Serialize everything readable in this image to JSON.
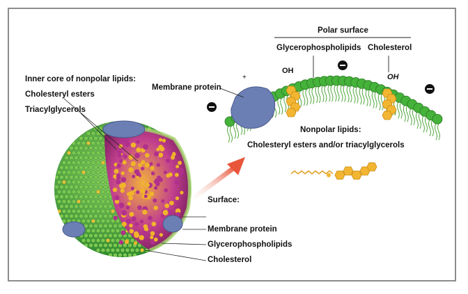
{
  "left_labels": {
    "inner_core_title": "Inner core of nonpolar lipids:",
    "cholesteryl_esters": "Cholesteryl esters",
    "triacylglycerols": "Triacylglycerols"
  },
  "surface_labels": {
    "title": "Surface:",
    "membrane_protein": "Membrane protein",
    "glycerophospholipids": "Glycerophospholipids",
    "cholesterol": "Cholesterol"
  },
  "detail": {
    "polar_surface": "Polar surface",
    "glycerophospholipids": "Glycerophospholipids",
    "cholesterol": "Cholesterol",
    "membrane_protein": "Membrane protein",
    "oh_left": "OH",
    "oh_right": "OH",
    "plus_sign": "+",
    "nonpolar_title": "Nonpolar lipids:",
    "nonpolar_desc": "Cholesteryl esters and/or triacylglycerols"
  },
  "colors": {
    "border": "#8c8c8c",
    "phospholipid_head": "#3aa33a",
    "core_magenta": "#b02c8a",
    "core_yellow": "#f0b020",
    "protein": "#6b7fb5",
    "arrow": "#e8553a",
    "charge": "#111111"
  }
}
